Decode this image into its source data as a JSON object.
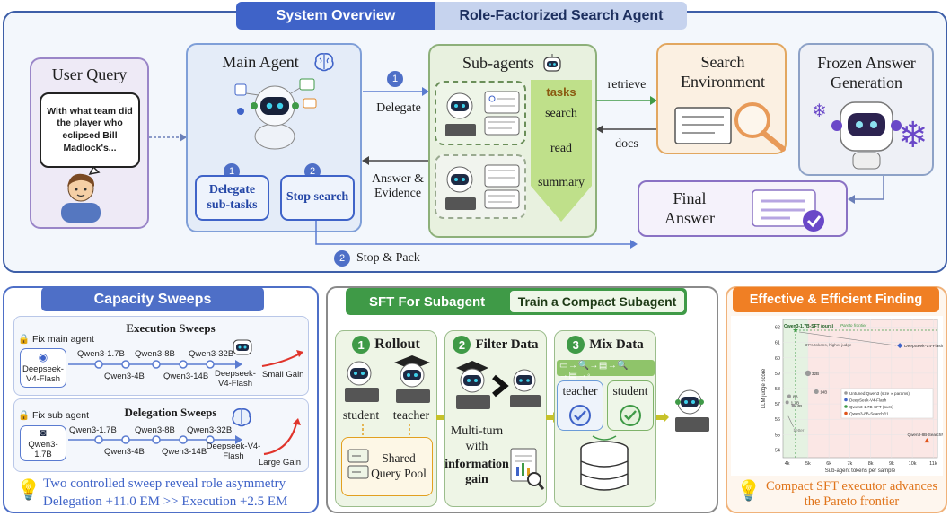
{
  "header": {
    "tab1": "System Overview",
    "tab2": "Role-Factorized Search Agent"
  },
  "user_query": {
    "title": "User Query",
    "text": "With what team did the player who eclipsed Bill Madlock's..."
  },
  "main_agent": {
    "title": "Main Agent",
    "action1": "Delegate sub-tasks",
    "action2": "Stop search",
    "num1": "1",
    "num2": "2"
  },
  "flow": {
    "delegate_num": "1",
    "delegate": "Delegate",
    "answer_evidence": "Answer & Evidence",
    "stop_pack_num": "2",
    "stop_pack": "Stop & Pack",
    "retrieve": "retrieve",
    "docs": "docs"
  },
  "subagents": {
    "title": "Sub-agents",
    "tasks_header": "tasks",
    "tasks": [
      "search",
      "read",
      "summary"
    ]
  },
  "search_env": {
    "title": "Search Environment"
  },
  "frozen": {
    "title": "Frozen Answer Generation"
  },
  "final_answer": {
    "title": "Final Answer"
  },
  "capacity": {
    "title": "Capacity Sweeps",
    "exec": {
      "title": "Execution Sweeps",
      "fix": "Fix main agent",
      "agent": "Deepseek-V4-Flash",
      "top": [
        "Qwen3-1.7B",
        "Qwen3-8B",
        "Qwen3-32B"
      ],
      "bottom": [
        "Qwen3-4B",
        "Qwen3-14B",
        "Deepseek-V4-Flash"
      ],
      "gain": "Small Gain"
    },
    "deleg": {
      "title": "Delegation Sweeps",
      "fix": "Fix sub agent",
      "agent": "Qwen3-1.7B",
      "top": [
        "Qwen3-1.7B",
        "Qwen3-8B",
        "Qwen3-32B"
      ],
      "bottom": [
        "Qwen3-4B",
        "Qwen3-14B",
        "Deepseek-V4-Flash"
      ],
      "gain": "Large Gain"
    },
    "insight1": "Two controlled sweep reveal role asymmetry",
    "insight2": "Delegation +11.0 EM  >> Execution +2.5 EM"
  },
  "sft": {
    "title": "SFT For Subagent",
    "subtitle": "Train a Compact Subagent",
    "rollout": {
      "num": "1",
      "title": "Rollout",
      "student": "student",
      "teacher": "teacher",
      "pool": "Shared Query Pool"
    },
    "filter": {
      "num": "2",
      "title": "Filter Data",
      "text1": "Multi-turn with",
      "text2": "information gain"
    },
    "mix": {
      "num": "3",
      "title": "Mix Data",
      "teacher": "teacher",
      "student": "student"
    }
  },
  "effective": {
    "title": "Effective & Efficient Finding",
    "insight": "Compact SFT executor advances the Pareto frontier"
  },
  "chart_data": {
    "type": "scatter",
    "xlabel": "Sub-agent tokens per sample",
    "ylabel": "LLM judge score",
    "x_ticks": [
      "4k",
      "5k",
      "6k",
      "7k",
      "8k",
      "9k",
      "10k",
      "11k"
    ],
    "y_ticks": [
      "54",
      "55",
      "56",
      "57",
      "58",
      "59",
      "60",
      "61",
      "62"
    ],
    "xlim": [
      3800,
      11200
    ],
    "ylim": [
      53.5,
      62.5
    ],
    "pareto_label": "Pareto frontier",
    "annotation": "~37% tokens, higher judge",
    "better": "better",
    "legend": [
      "Untuned Qwen3 (size ∝ params)",
      "DeepSeek-V4-Flash",
      "Qwen3-1.7B-SFT (ours)",
      "Qwen3-8B-SearchR1"
    ],
    "points": [
      {
        "label": "Qwen3-1.7B-SFT (ours)",
        "x": 4400,
        "y": 61.8,
        "kind": "ours"
      },
      {
        "label": "DeepSeek-V4-Flash",
        "x": 9400,
        "y": 60.8,
        "kind": "deepseek"
      },
      {
        "label": "32B",
        "x": 5000,
        "y": 59.0,
        "kind": "untuned"
      },
      {
        "label": "14B",
        "x": 5400,
        "y": 57.8,
        "kind": "untuned"
      },
      {
        "label": "8B",
        "x": 4100,
        "y": 57.5,
        "kind": "untuned"
      },
      {
        "label": "1.7B",
        "x": 4000,
        "y": 57.1,
        "kind": "untuned"
      },
      {
        "label": "4B",
        "x": 4300,
        "y": 56.9,
        "kind": "untuned"
      },
      {
        "label": "Qwen3-8B-SearchR1",
        "x": 10700,
        "y": 54.6,
        "kind": "searchr1"
      }
    ]
  }
}
